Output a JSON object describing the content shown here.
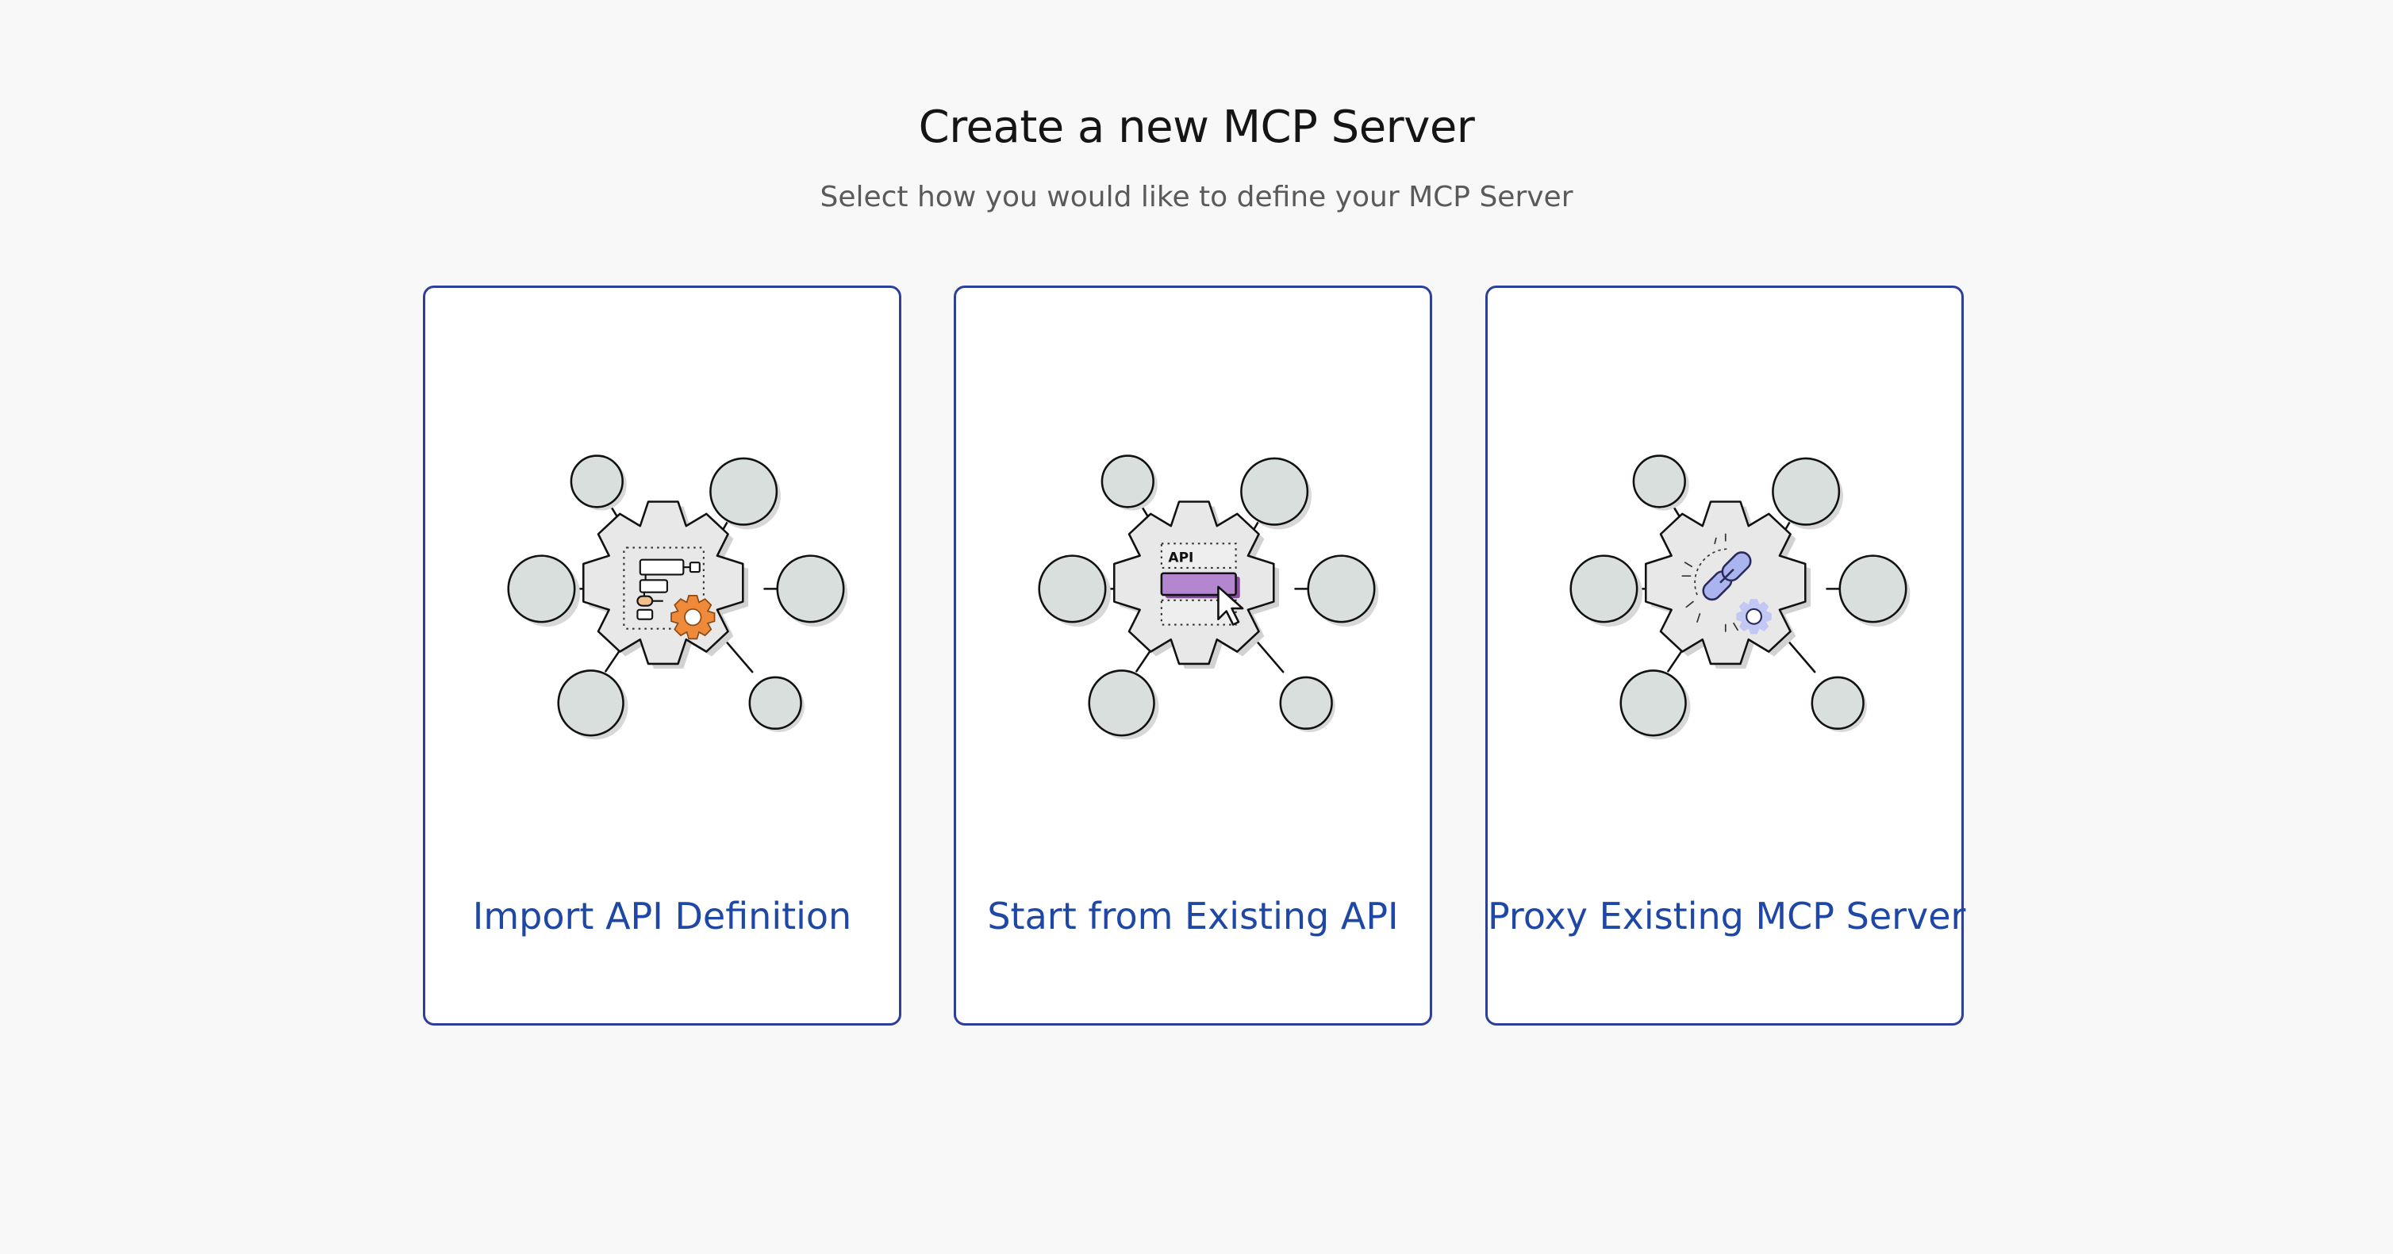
{
  "header": {
    "title": "Create a new MCP Server",
    "subtitle": "Select how you would like to define your MCP Server"
  },
  "options": [
    {
      "label": "Import API Definition",
      "icon": "import-api-definition-icon"
    },
    {
      "label": "Start from Existing API",
      "icon": "start-from-existing-api-icon",
      "badge": "API"
    },
    {
      "label": "Proxy Existing MCP Server",
      "icon": "proxy-existing-mcp-server-icon"
    }
  ],
  "colors": {
    "accent": "#1f47a5",
    "card_border": "#2e3f9a",
    "node_fill": "#d9dfdc",
    "gear_fill": "#e6e6e6",
    "orange": "#ef8a3a",
    "purple": "#9a5bb8",
    "lavender": "#a8b3ee"
  }
}
